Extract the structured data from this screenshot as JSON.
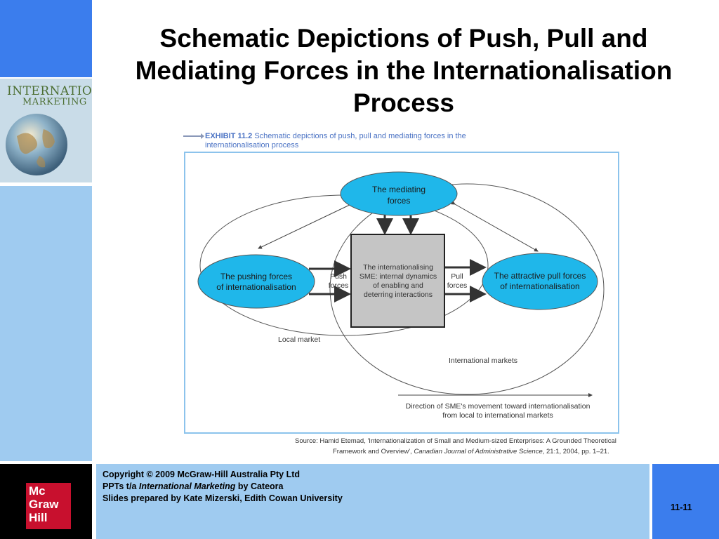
{
  "slide": {
    "title_lines": [
      "Schematic Depictions of Push, Pull and",
      "Mediating Forces in the Internationalisation",
      "Process"
    ],
    "logo": {
      "line1": "INTERNATIONAL",
      "line2": "MARKETING"
    }
  },
  "exhibit": {
    "label": "EXHIBIT 11.2",
    "caption_part1": "Schematic depictions of push, pull and mediating forces in the",
    "caption_part2": "internationalisation process"
  },
  "diagram": {
    "mediating": [
      "The mediating",
      "forces"
    ],
    "pushing": [
      "The pushing forces",
      "of internationalisation"
    ],
    "pull": [
      "The attractive pull forces",
      "of internationalisation"
    ],
    "sme": [
      "The internationalising",
      "SME: internal dynamics",
      "of enabling and",
      "deterring interactions"
    ],
    "push_label": [
      "Push",
      "forces"
    ],
    "pull_label": [
      "Pull",
      "forces"
    ],
    "local_market": "Local market",
    "international_markets": "International markets",
    "direction": [
      "Direction of SME's movement toward internationalisation",
      "from local to international markets"
    ],
    "colors": {
      "oval_fill": "#1fb7ea",
      "sme_fill": "#c5c5c5",
      "outline": "#555555",
      "arrow": "#333333"
    }
  },
  "source": {
    "line1": "Source: Hamid Etemad, 'Internationalization of Small and Medium-sized Enterprises: A Grounded Theoretical",
    "line2_plain": "Framework and Overview', ",
    "line2_journal": "Canadian Journal of Administrative Science",
    "line2_rest": ", 21:1, 2004, pp. 1–21."
  },
  "footer": {
    "copyright": "Copyright © 2009 McGraw-Hill Australia Pty Ltd",
    "ppts_prefix": "PPTs t/a ",
    "ppts_title": "International Marketing",
    "ppts_suffix": " by Cateora",
    "prepared": "Slides prepared by Kate Mizerski, Edith Cowan University",
    "page_number": "11-11",
    "publisher_logo": [
      "Mc",
      "Graw",
      "Hill"
    ]
  }
}
